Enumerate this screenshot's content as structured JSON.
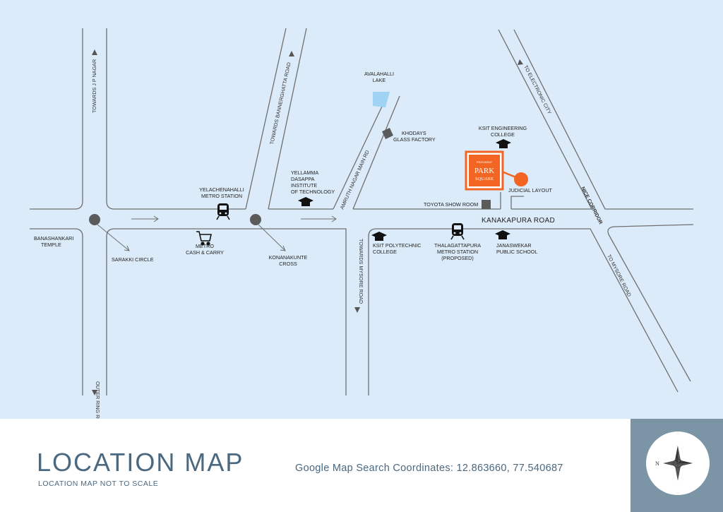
{
  "header": {
    "title": "LOCATION MAP",
    "subtitle": "LOCATION MAP NOT TO SCALE",
    "coordinates": "Google Map Search Coordinates: 12.863660, 77.540687"
  },
  "project": {
    "brand": "PROVIDENT",
    "name_line1": "PARK",
    "name_line2": "SQUARE"
  },
  "roads": {
    "main_road": "KANAKAPURA ROAD",
    "jp_nagar": "TOWARDS J P NAGAR",
    "outer_ring": "OUTER RING ROAD",
    "bannerghatta": "TOWARDS BANNERGHATTA ROAD",
    "amruth_nagar": "AMRUTH NAGAR MAIN RD",
    "mysore_road": "TOWARDS MYSORE ROAD",
    "electronic_city": "TO ELECTRONIC CITY",
    "nice_corridor": "NICE CORRIDOR",
    "to_mysore": "TO MYSORE ROAD"
  },
  "places": {
    "banashankari_1": "BANASHANKARI",
    "banashankari_2": "TEMPLE",
    "sarakki": "SARAKKI CIRCLE",
    "metro_cc_1": "METRO",
    "metro_cc_2": "CASH & CARRY",
    "yelachenahalli_1": "YELACHENAHALLI",
    "yelachenahalli_2": "METRO STATION",
    "konanakunte_1": "KONANAKUNTE",
    "konanakunte_2": "CROSS",
    "yellamma_1": "YELLAMMA",
    "yellamma_2": "DASAPPA",
    "yellamma_3": "INSTITUTE",
    "yellamma_4": "OF TECHNOLOGY",
    "avalahalli_1": "AVALAHALLI",
    "avalahalli_2": "LAKE",
    "khodays_1": "KHODAYS",
    "khodays_2": "GLASS FACTORY",
    "ksit_eng_1": "KSIT ENGINEERING",
    "ksit_eng_2": "COLLEGE",
    "judicial": "JUDICIAL LAYOUT",
    "toyota": "TOYOTA SHOW ROOM",
    "ksit_poly_1": "KSIT POLYTECHNIC",
    "ksit_poly_2": "COLLEGE",
    "thalaghattapura_1": "THALAGATTAPURA",
    "thalaghattapura_2": "METRO STATION",
    "thalaghattapura_3": "(PROPOSED)",
    "janaswekar_1": "JANASWEKAR",
    "janaswekar_2": "PUBLIC SCHOOL"
  },
  "compass": {
    "north": "N"
  },
  "colors": {
    "map_bg": "#dcebf9",
    "road_line": "#6f6f6f",
    "accent": "#f26522",
    "text_blue": "#4a6880",
    "compass_panel": "#7b94a6"
  }
}
